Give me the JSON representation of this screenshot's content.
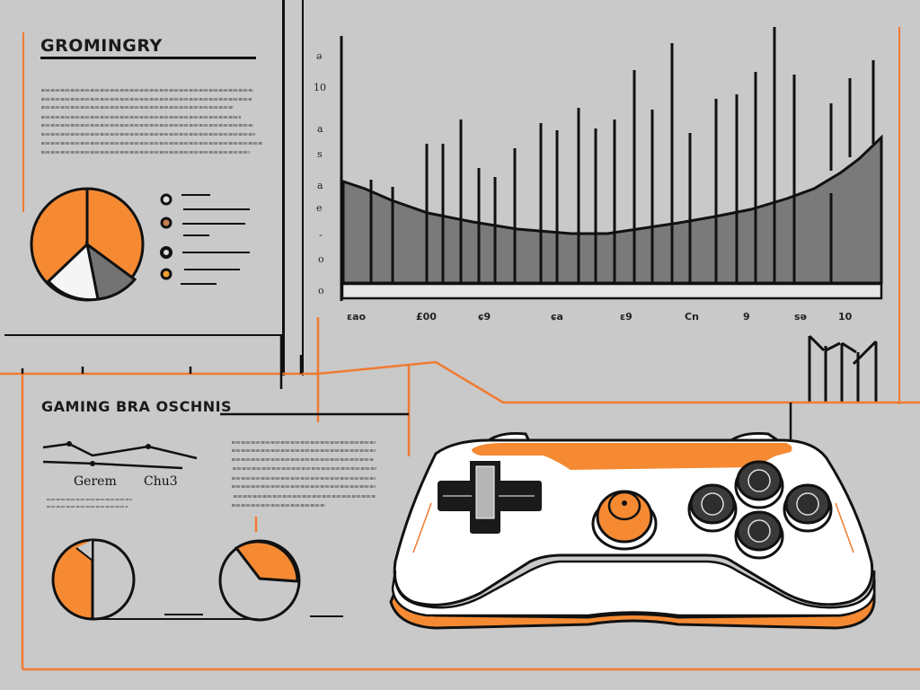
{
  "top_panel": {
    "title": "GROMINGRY",
    "text_lines": 8,
    "pie": {
      "slices": [
        {
          "label": "orange-left",
          "color": "#f58a33",
          "value": 36
        },
        {
          "label": "orange-right",
          "color": "#f58a33",
          "value": 36
        },
        {
          "label": "gray",
          "color": "#737373",
          "value": 17
        },
        {
          "label": "white",
          "color": "#f5f5f5",
          "value": 11
        }
      ]
    },
    "legend": [
      {
        "marker": "ring",
        "color": "#1a1a1a"
      },
      {
        "marker": "dot",
        "color": "#c98050"
      },
      {
        "marker": "ring",
        "color": "#1a1a1a"
      },
      {
        "marker": "dot",
        "color": "#f0a030"
      }
    ]
  },
  "chart_data": [
    {
      "type": "area",
      "title": "",
      "xlabel": "",
      "ylabel": "",
      "y_tick_labels": [
        "ə",
        "10",
        "a",
        "s",
        "a",
        "e",
        "-",
        "o",
        "o"
      ],
      "x_tick_labels": [
        "ɛao",
        "£00",
        "ɕ9",
        "ɕa",
        "ɛ9",
        "Cn",
        "9",
        "sə",
        "10"
      ],
      "area_series": {
        "name": "trend",
        "values": [
          62,
          57,
          52,
          48,
          44,
          41,
          38,
          36,
          34,
          33,
          32,
          32,
          33,
          35,
          38,
          42,
          47,
          55,
          64,
          78
        ],
        "color": "#7a7a7a"
      },
      "spike_series": {
        "name": "spikes",
        "values": [
          18,
          14,
          70,
          70,
          82,
          60,
          55,
          82,
          62,
          75,
          80,
          57,
          72,
          82,
          73,
          85,
          95,
          80,
          75,
          82
        ],
        "color": "#111111"
      },
      "ylim": [
        0,
        100
      ],
      "grid": false
    },
    {
      "type": "line",
      "title": "GAMING BRA OSCHNIS",
      "categories": [
        "Gerem",
        "Chu3"
      ],
      "series": [
        {
          "name": "upper",
          "values": [
            50,
            62,
            38,
            55,
            44,
            30
          ]
        },
        {
          "name": "lower",
          "values": [
            30,
            28,
            28,
            26,
            24,
            22
          ]
        }
      ]
    },
    {
      "type": "pie",
      "title": "left pie",
      "slices": [
        {
          "color": "#f58a33",
          "value": 45
        },
        {
          "color": "#c9c9c9",
          "value": 55
        }
      ]
    },
    {
      "type": "pie",
      "title": "right pie",
      "slices": [
        {
          "color": "#f58a33",
          "value": 32
        },
        {
          "color": "#c9c9c9",
          "value": 68
        }
      ]
    }
  ],
  "bottom_panel": {
    "title": "GAMING BRA OSCHNIS",
    "legend_left": "Gerem",
    "legend_right": "Chu3",
    "text_lines": 8
  },
  "controller": {
    "body_color": "#ffffff",
    "accent_color": "#f58a33",
    "button_color": "#3a3a3a",
    "dpad_color": "#1a1a1a"
  },
  "colors": {
    "background": "#c9c9c9",
    "accent": "#f07a30",
    "ink": "#111111",
    "area": "#7a7a7a"
  }
}
